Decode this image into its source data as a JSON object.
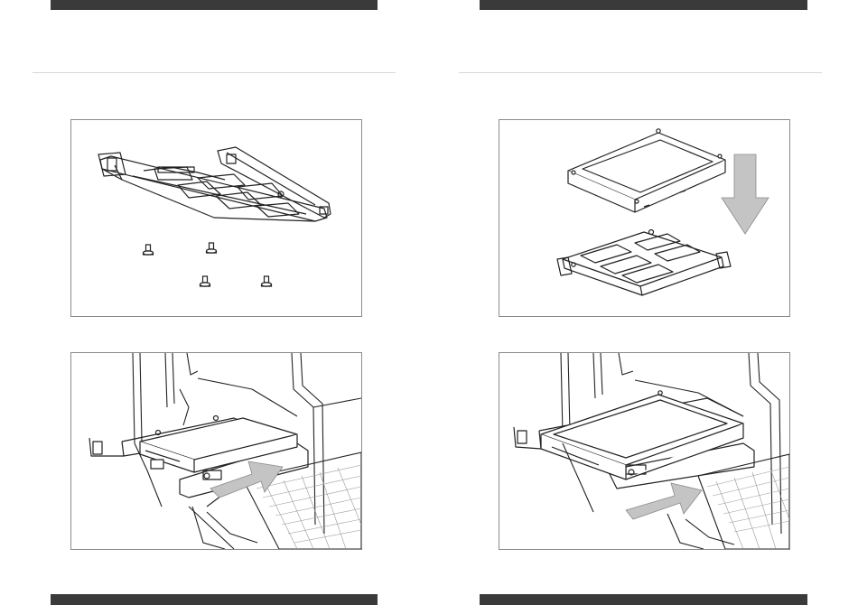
{
  "page": {
    "background": "#ffffff",
    "bar_color": "#3a3a3a",
    "rule_color": "#d6d6d6",
    "panel_border": "#8a8a8a",
    "arrow_color": "#c4c4c4"
  },
  "figures": [
    {
      "id": "fig-tray-and-screws",
      "icons": [
        "drive-tray-icon",
        "screw-icon"
      ]
    },
    {
      "id": "fig-insert-ssd",
      "icons": [
        "drive-tray-icon",
        "ssd-icon",
        "push-arrow-icon"
      ]
    },
    {
      "id": "fig-place-hdd",
      "icons": [
        "hard-drive-icon",
        "down-arrow-icon",
        "drive-tray-icon"
      ]
    },
    {
      "id": "fig-insert-hdd",
      "icons": [
        "drive-tray-icon",
        "hard-drive-icon",
        "push-arrow-icon"
      ]
    }
  ]
}
